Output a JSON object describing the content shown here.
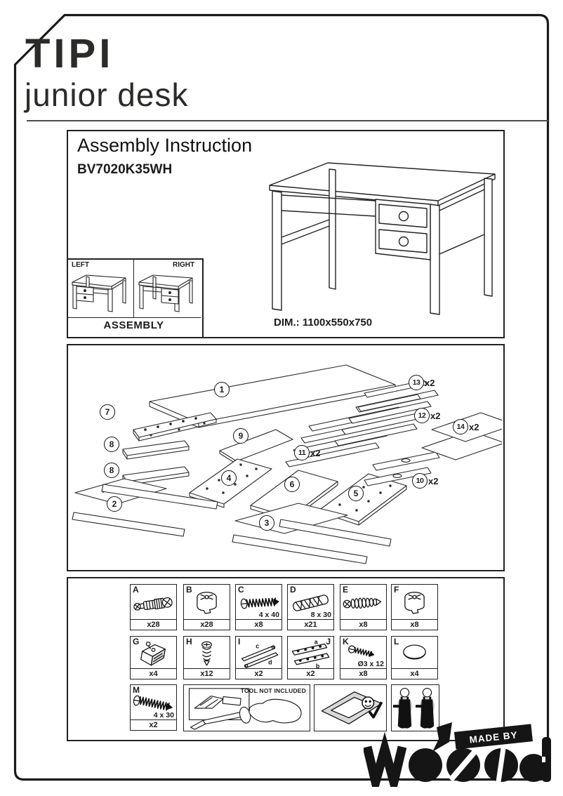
{
  "page": {
    "title": "TIPI",
    "subtitle": "junior desk"
  },
  "instruction": {
    "heading": "Assembly Instruction",
    "model": "BV7020K35WH",
    "dimensions": "DIM.: 1100x550x750",
    "left_label": "LEFT",
    "right_label": "RIGHT",
    "assembly_label": "ASSEMBLY"
  },
  "exploded": {
    "parts": [
      {
        "num": "1",
        "qty": ""
      },
      {
        "num": "7",
        "qty": ""
      },
      {
        "num": "8",
        "qty": ""
      },
      {
        "num": "8",
        "qty": ""
      },
      {
        "num": "9",
        "qty": ""
      },
      {
        "num": "2",
        "qty": ""
      },
      {
        "num": "4",
        "qty": ""
      },
      {
        "num": "6",
        "qty": ""
      },
      {
        "num": "3",
        "qty": ""
      },
      {
        "num": "5",
        "qty": ""
      },
      {
        "num": "11",
        "qty": "x2"
      },
      {
        "num": "12",
        "qty": "x2"
      },
      {
        "num": "13",
        "qty": "x2"
      },
      {
        "num": "14",
        "qty": "x2"
      },
      {
        "num": "10",
        "qty": "x2"
      }
    ]
  },
  "hardware": {
    "tool_note": "TOOL NOT INCLUDED",
    "cells": [
      {
        "letter": "A",
        "icon": "cam-bolt",
        "size": "",
        "qty": "x28"
      },
      {
        "letter": "B",
        "icon": "cam-lock",
        "size": "",
        "qty": "x28"
      },
      {
        "letter": "C",
        "icon": "screw",
        "size": "4 x 40",
        "qty": "x8"
      },
      {
        "letter": "D",
        "icon": "dowel",
        "size": "8 x 30",
        "qty": "x21"
      },
      {
        "letter": "E",
        "icon": "confirmat-screw",
        "size": "",
        "qty": "x8"
      },
      {
        "letter": "F",
        "icon": "cam-lock",
        "size": "",
        "qty": "x8"
      },
      {
        "letter": "G",
        "icon": "corner-bracket",
        "size": "",
        "qty": "x4"
      },
      {
        "letter": "H",
        "icon": "stub-screw",
        "size": "",
        "qty": "x12"
      },
      {
        "letter": "I",
        "icon": "drawer-rails-cd",
        "size": "",
        "qty": "x2",
        "labels": [
          "c",
          "d"
        ]
      },
      {
        "letter": "J",
        "icon": "drawer-rails-ab",
        "size": "",
        "qty": "x2",
        "labels": [
          "a",
          "b"
        ],
        "letter_pos": "right"
      },
      {
        "letter": "K",
        "icon": "small-screw",
        "size": "Ø3 x 12",
        "qty": "x8"
      },
      {
        "letter": "L",
        "icon": "cover-cap",
        "size": "",
        "qty": "x4"
      },
      {
        "letter": "M",
        "icon": "long-screw",
        "size": "4 x 30",
        "qty": "x2"
      }
    ]
  },
  "brand": {
    "made_by": "MADE BY",
    "name": "woood"
  }
}
